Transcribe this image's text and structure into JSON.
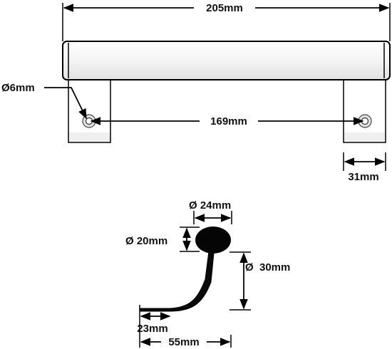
{
  "diagram": {
    "top_view": {
      "overall_length": "205mm",
      "hole_diameter": "Ø6mm",
      "hole_spacing": "169mm",
      "leg_width": "31mm"
    },
    "side_view": {
      "bar_diameter": "Ø 24mm",
      "height_diameter": "Ø 20mm",
      "drop_height": "Ø  30mm",
      "foot_length": "23mm",
      "depth": "55mm"
    }
  }
}
